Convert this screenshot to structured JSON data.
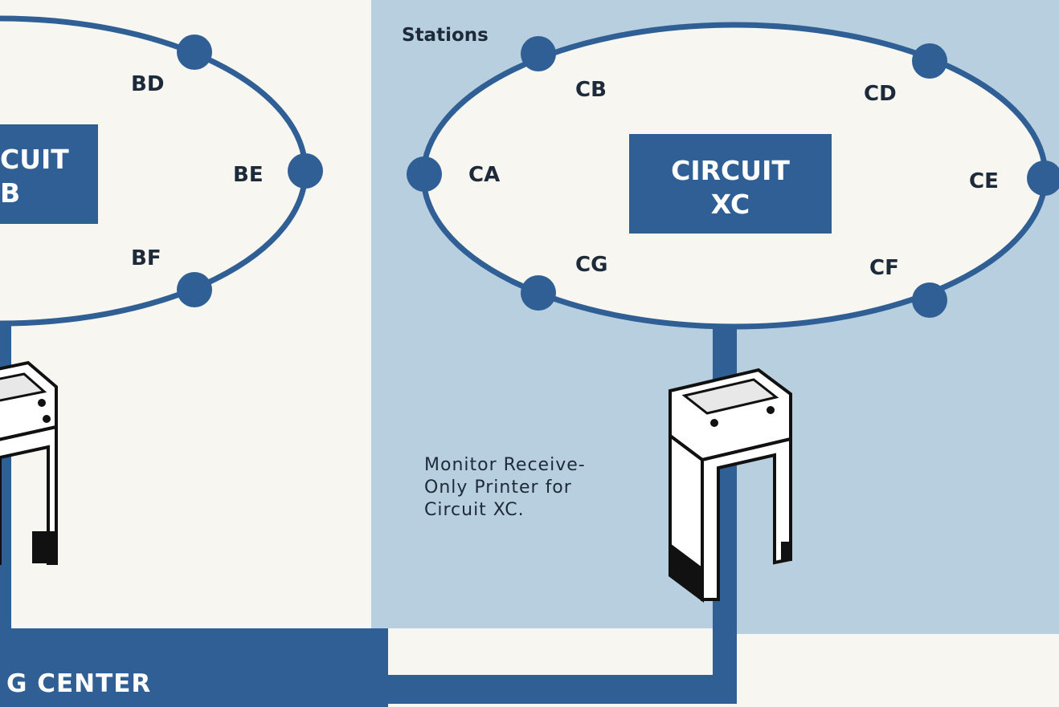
{
  "colors": {
    "ink": "#2f5f94",
    "panel": "#b8cfe0",
    "paper": "#f7f6f0",
    "text": "#1c2a3a"
  },
  "circuit_b": {
    "box_lines": [
      "CUIT",
      "B"
    ],
    "stations": [
      "BD",
      "BE",
      "BF"
    ]
  },
  "circuit_xc": {
    "box_lines": [
      "CIRCUIT",
      "XC"
    ],
    "stations_heading": "Stations",
    "stations": [
      "CA",
      "CB",
      "CD",
      "CE",
      "CF",
      "CG"
    ]
  },
  "printer_caption": [
    "Monitor Receive-",
    "Only Printer for",
    "Circuit XC."
  ],
  "center_label": "G CENTER",
  "icons": [
    "printer-icon",
    "printer-icon"
  ]
}
